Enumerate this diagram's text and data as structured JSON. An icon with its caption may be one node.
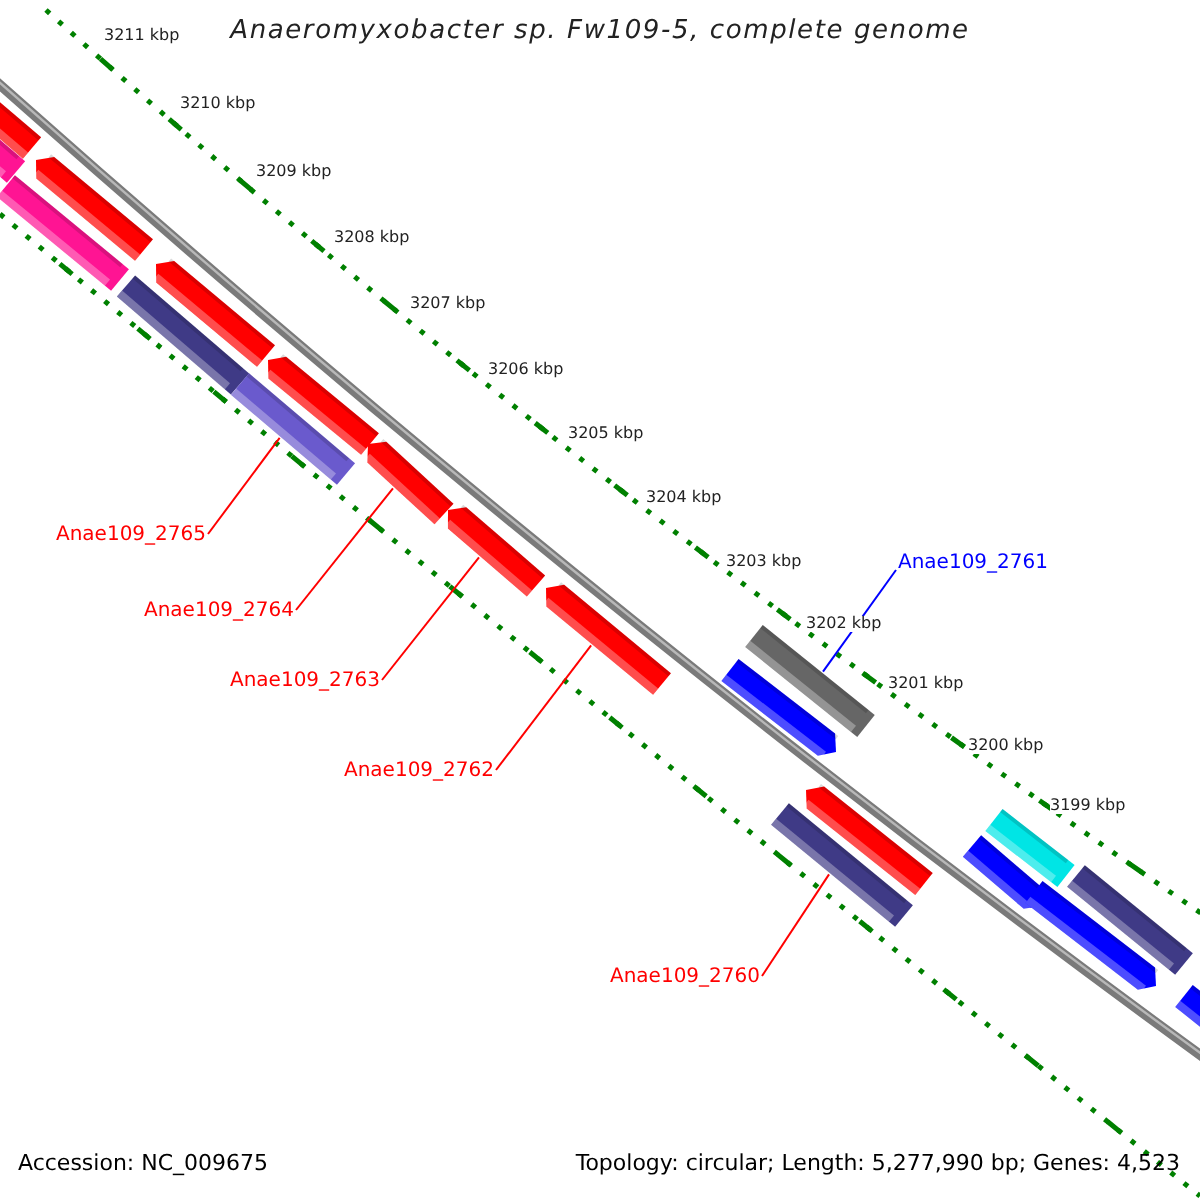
{
  "diagram": {
    "title": "Anaeromyxobacter sp. Fw109-5, complete genome",
    "nodes": [
      {
        "text": [],
        "shape": "bar"
      },
      {
        "text": [],
        "shape": "bar"
      },
      {
        "text": [],
        "shape": "bar"
      },
      {
        "text": [],
        "shape": "bar"
      },
      {
        "text": [],
        "shape": "bar"
      },
      {
        "text": [],
        "shape": "bar"
      },
      {
        "text": [],
        "shape": "bar"
      },
      {
        "text": [],
        "shape": "bar"
      },
      {
        "text": [],
        "shape": "bar"
      },
      {
        "text": [],
        "shape": "bar"
      },
      {
        "text": [],
        "shape": "bar"
      },
      {
        "text": [],
        "shape": "bar"
      },
      {
        "text": [],
        "shape": "bar"
      },
      {
        "text": [],
        "shape": "bar"
      },
      {
        "text": [],
        "shape": "bar"
      },
      {
        "text": [],
        "shape": "bar"
      },
      {
        "text": [],
        "shape": "bar"
      },
      {
        "text": [],
        "shape": "bar"
      },
      {
        "text": [],
        "shape": "bar"
      },
      {
        "text": [],
        "shape": "bar"
      },
      {
        "text": [
          "Anae109_2765"
        ]
      },
      {
        "text": [
          "Anae109_2761"
        ]
      },
      {
        "text": [
          "Anae109_2764"
        ]
      },
      {
        "text": [
          "Anae109_2763"
        ]
      },
      {
        "text": [
          "Anae109_2762"
        ]
      },
      {
        "text": [
          "Anae109_2760"
        ]
      }
    ],
    "edges": [
      {
        "from": 20,
        "to": 7,
        "arrow": "none"
      },
      {
        "from": 21,
        "to": 11,
        "arrow": "none",
        "color": "#0000ff"
      },
      {
        "from": 22,
        "to": 8,
        "arrow": "none"
      },
      {
        "from": 23,
        "to": 9,
        "arrow": "none"
      },
      {
        "from": 24,
        "to": 10,
        "arrow": "none"
      },
      {
        "from": 25,
        "to": 14,
        "arrow": "none"
      }
    ],
    "labels": [
      "3211 kbp",
      "3210 kbp",
      "3209 kbp",
      "3208 kbp",
      "3207 kbp",
      "3206 kbp",
      "3205 kbp",
      "3204 kbp",
      "3203 kbp",
      "3202 kbp",
      "3201 kbp",
      "3200 kbp",
      "3199 kbp",
      "Accession: NC_009675",
      "Topology: circular; Length: 5,277,990 bp; Genes: 4,523"
    ]
  }
}
